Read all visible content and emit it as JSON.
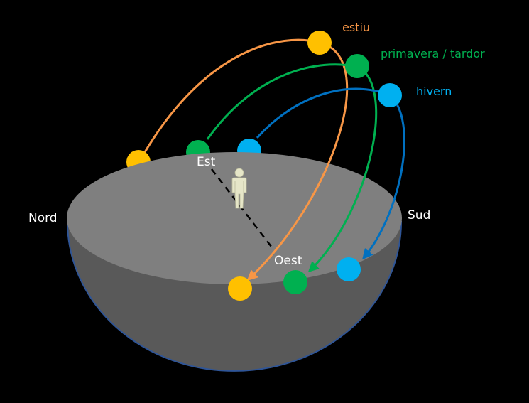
{
  "directions": {
    "north": "Nord",
    "south": "Sud",
    "east": "Est",
    "west": "Oest"
  },
  "seasons": {
    "summer": {
      "label": "estiu",
      "path_color": "#f79646",
      "sun_color": "#ffc000"
    },
    "equinox": {
      "label": "primavera / tardor",
      "path_color": "#00b050",
      "sun_color": "#00b050"
    },
    "winter": {
      "label": "hivern",
      "path_color": "#0070c0",
      "sun_color": "#00b0f0"
    }
  },
  "colors": {
    "background": "#000000",
    "ground_top": "#7f7f7f",
    "ground_body": "#595959",
    "ground_outline": "#2f5597",
    "label_text": "#ffffff",
    "observer": "#e6e6c8"
  },
  "icons": {
    "observer": "person-icon",
    "sun": "sun-circle-icon"
  }
}
